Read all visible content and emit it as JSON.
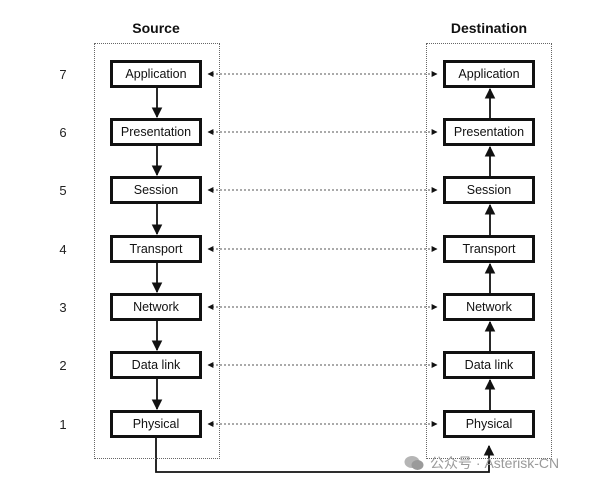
{
  "source": {
    "heading": "Source",
    "layers": [
      "Application",
      "Presentation",
      "Session",
      "Transport",
      "Network",
      "Data link",
      "Physical"
    ]
  },
  "destination": {
    "heading": "Destination",
    "layers": [
      "Application",
      "Presentation",
      "Session",
      "Transport",
      "Network",
      "Data link",
      "Physical"
    ]
  },
  "layer_numbers": [
    "7",
    "6",
    "5",
    "4",
    "3",
    "2",
    "1"
  ],
  "watermark": {
    "text": "公众号 · Asterisk-CN",
    "icon": "wechat-icon"
  },
  "colors": {
    "line": "#111111",
    "dotted": "#666666",
    "watermark": "#9a9a9a"
  }
}
